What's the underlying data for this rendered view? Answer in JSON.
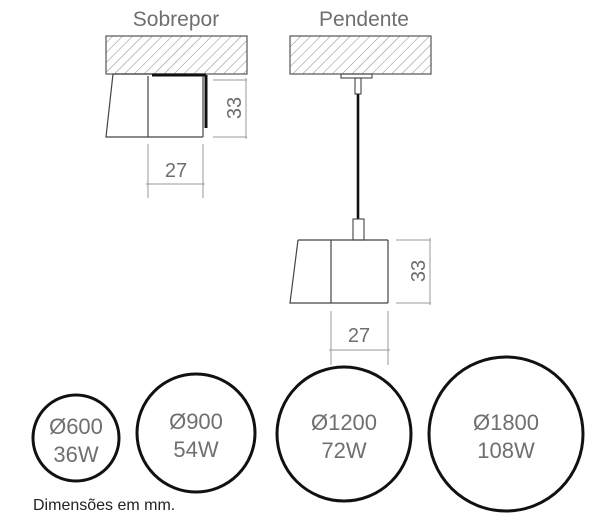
{
  "views": {
    "surface": {
      "title": "Sobrepor",
      "height": "33",
      "width": "27"
    },
    "pendant": {
      "title": "Pendente",
      "height": "33",
      "width": "27"
    }
  },
  "sizes": [
    {
      "diameter": "Ø600",
      "power": "36W"
    },
    {
      "diameter": "Ø900",
      "power": "54W"
    },
    {
      "diameter": "Ø1200",
      "power": "72W"
    },
    {
      "diameter": "Ø1800",
      "power": "108W"
    }
  ],
  "note": "Dimensões em mm."
}
